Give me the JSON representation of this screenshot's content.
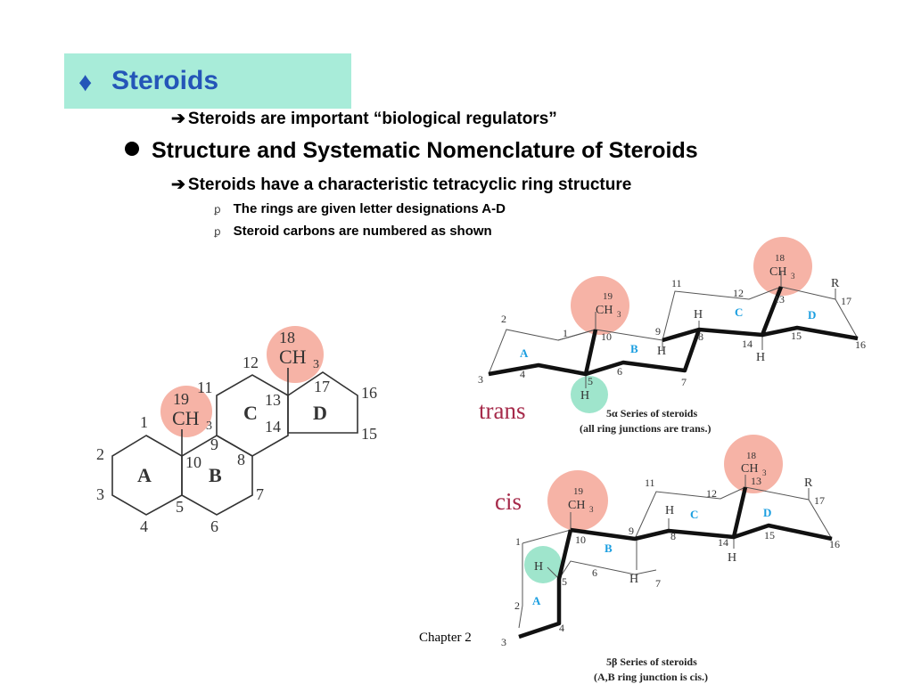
{
  "title": {
    "bullet": "♦",
    "text": "Steroids"
  },
  "bullets": {
    "regulators": "Steroids are important “biological regulators”",
    "structure_heading": "Structure and Systematic Nomenclature of Steroids",
    "tetracyclic": "Steroids have a characteristic tetracyclic ring structure",
    "letters": "The rings are given letter designations A-D",
    "numbered": "Steroid carbons are numbered as shown"
  },
  "glyphs": {
    "arrow": "➔",
    "sub": "ꝑ"
  },
  "colors": {
    "title_bg": "#a8ecd9",
    "title_text": "#2455b8",
    "methyl_highlight": "#f6b3a6",
    "hydrogen_highlight": "#9fe5cc",
    "ring_letter": "#1a9ee0",
    "label_red": "#a62a4a"
  },
  "left_diagram": {
    "ring_letters": [
      "A",
      "B",
      "C",
      "D"
    ],
    "carbon_numbers": [
      "1",
      "2",
      "3",
      "4",
      "5",
      "6",
      "7",
      "8",
      "9",
      "10",
      "11",
      "12",
      "13",
      "14",
      "15",
      "16",
      "17"
    ],
    "methyl_19": {
      "number": "19",
      "group": "CH",
      "sub": "3"
    },
    "methyl_18": {
      "number": "18",
      "group": "CH",
      "sub": "3"
    }
  },
  "trans_diagram": {
    "label": "trans",
    "caption_line1": "5α Series of steroids",
    "caption_line2": "(all ring junctions are trans.)",
    "ring_letters": [
      "A",
      "B",
      "C",
      "D"
    ],
    "methyl_19": {
      "number": "19",
      "group": "CH",
      "sub": "3"
    },
    "methyl_18": {
      "number": "18",
      "group": "CH",
      "sub": "3"
    },
    "r_group": "R",
    "hydrogen": "H"
  },
  "cis_diagram": {
    "label": "cis",
    "caption_line1": "5β Series of steroids",
    "caption_line2": "(A,B ring junction is cis.)",
    "ring_letters": [
      "A",
      "B",
      "C",
      "D"
    ],
    "methyl_19": {
      "number": "19",
      "group": "CH",
      "sub": "3"
    },
    "methyl_18": {
      "number": "18",
      "group": "CH",
      "sub": "3"
    },
    "r_group": "R",
    "hydrogen": "H"
  },
  "footer": "Chapter 2"
}
